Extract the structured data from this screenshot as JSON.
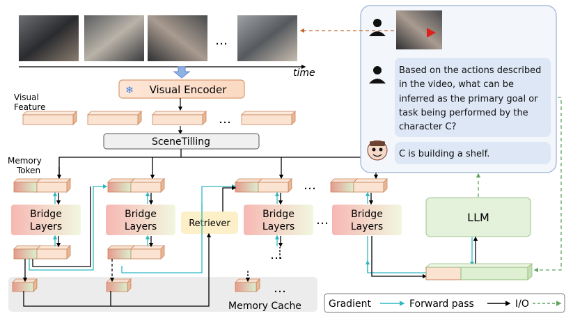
{
  "timeline": {
    "time_label": "time",
    "ellipsis": "…"
  },
  "encoder": {
    "label": "Visual Encoder",
    "snowflake": "❄"
  },
  "visual_feature": {
    "label_line1": "Visual",
    "label_line2": "Feature",
    "ellipsis": "…"
  },
  "scene_tilling": {
    "label": "SceneTilling"
  },
  "memory_token": {
    "label_line1": "Memory",
    "label_line2": "Token"
  },
  "bridge": {
    "line1": "Bridge",
    "line2": "Layers"
  },
  "retriever": {
    "label": "Retriever"
  },
  "memory_cache": {
    "label": "Memory Cache"
  },
  "ellipsis": "…",
  "llm": {
    "label": "LLM"
  },
  "chat": {
    "question_lines": [
      "Based on the actions described",
      "in the video, what can be",
      "inferred as the primary goal or",
      "task being performed by the",
      "character C?"
    ],
    "answer": "C is building a shelf."
  },
  "legend": {
    "gradient": "Gradient",
    "forward": "Forward pass",
    "io": "I/O"
  },
  "colors": {
    "token_fill": "#fbe3d2",
    "token_stroke": "#c9835b",
    "teal": "#2fb8c0",
    "io_dash": "#c46a2c",
    "io_green": "#5fa35f",
    "llm_fill": "#e4f2dc",
    "retriever_fill": "#fdf0c8",
    "chat_bg": "#f3f6fb",
    "bubble": "#dde7f5"
  }
}
